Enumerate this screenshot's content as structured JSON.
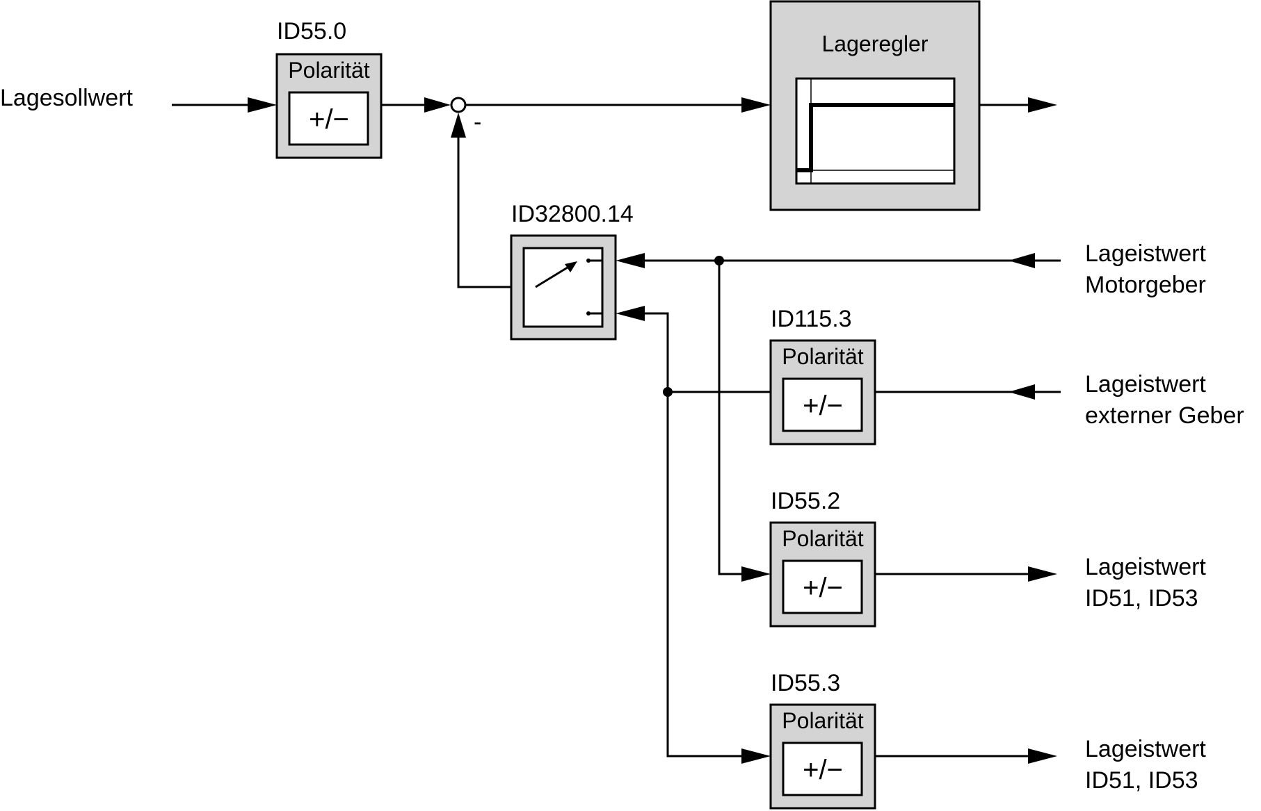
{
  "inputs": {
    "lagesollwert": "Lagesollwert",
    "motorgeber": [
      "Lageistwert",
      "Motorgeber"
    ],
    "externer_geber": [
      "Lageistwert",
      "externer Geber"
    ]
  },
  "outputs": {
    "out1": [
      "Lageistwert",
      "ID51, ID53"
    ],
    "out2": [
      "Lageistwert",
      "ID51, ID53"
    ]
  },
  "blocks": {
    "pol_in": {
      "id": "ID55.0",
      "title": "Polarität",
      "symbol": "+/−"
    },
    "switch": {
      "id": "ID32800.14"
    },
    "pol_ext": {
      "id": "ID115.3",
      "title": "Polarität",
      "symbol": "+/−"
    },
    "pol_out1": {
      "id": "ID55.2",
      "title": "Polarität",
      "symbol": "+/−"
    },
    "pol_out2": {
      "id": "ID55.3",
      "title": "Polarität",
      "symbol": "+/−"
    },
    "lageregler": {
      "title": "Lageregler"
    }
  },
  "summer": {
    "sign": "-"
  }
}
